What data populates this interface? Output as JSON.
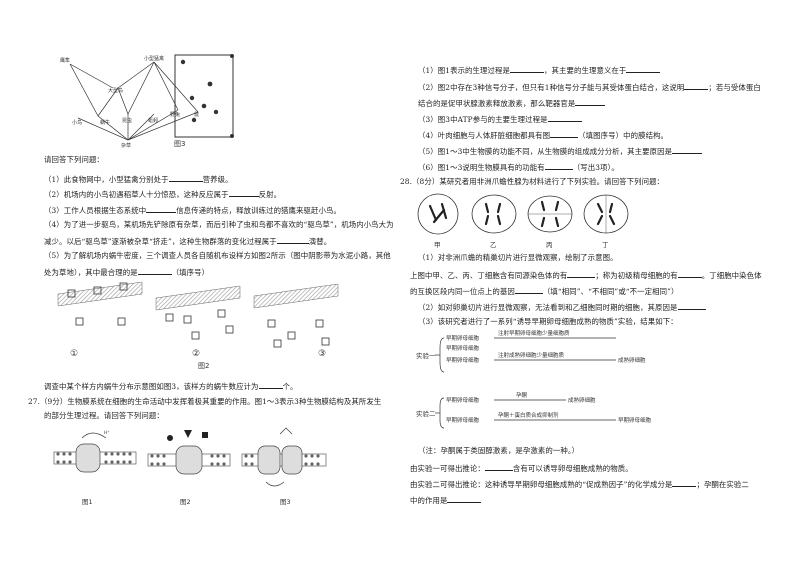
{
  "left": {
    "fig_web_caption": "",
    "fig3_caption": "图3",
    "web_nodes": [
      "鹰隼",
      "小型猛禽",
      "鼠",
      "蜗牛",
      "大型鸟",
      "蚯蚓",
      "杂草",
      "昆虫",
      "野兔",
      "小鸟"
    ],
    "intro": "请回答下列问题：",
    "q1": "（1）此食物网中，小型猛禽分别处于",
    "q1_end": "营养级。",
    "q2": "（2）机场内的小鸟初遇稻草人十分惊恐，这种反应属于",
    "q2_end": "反射。",
    "q3": "（3）工作人员根据生态系统中",
    "q3_end": "信息传递的特点，释放训练过的猎鹰来驱赶小鸟。",
    "q4_l1": "（4）为了进一步驱鸟，某机场先铲除原有杂草，而后引种了虫和鸟都不喜欢的“驱鸟草”，机场内小鸟大为",
    "q4_l2": "减少。以后“驱鸟草”逐渐被杂草“挤走”，这种生物群落的变化过程属于",
    "q4_l2_end": "演替。",
    "q5_l1": "（5）为了解机场内蜗牛密度，三个调查人员各自随机布设样方如图2所示（图中阴影带为水泥小路，其他",
    "q5_l2": "处为草地），其中最合理的是",
    "q5_l2_end": "（填序号）",
    "fig2_labels": [
      "①",
      "②",
      "③"
    ],
    "fig2_caption": "图2",
    "q5_l3": "调查中某个样方内蜗牛分布示意图如图3，该样方的蜗牛数应计为",
    "q5_l3_end": "个。",
    "q27_l1": "27.（9分）生物膜系统在细胞的生命活动中发挥着极其重要的作用。图1～3表示3种生物膜结构及其所发生",
    "q27_l2": "的部分生理过程。请回答下列问题：",
    "fig_captions": [
      "图1",
      "图2",
      "图3"
    ]
  },
  "right": {
    "r1": "（1）图1表示的生理过程是",
    "r1_end": "，其主要的生理意义在于",
    "r2_l1": "（2）图2中存在3种信号分子，但只有1种信号分子能与其受体蛋白结合，这说明",
    "r2_l1_end": "；若与受体蛋白",
    "r2_l2": "结合的是促甲状腺激素释放激素，那么靶器官是",
    "r3": "（3）图3中ATP参与的主要生理过程是",
    "r4": "（4）叶肉细胞与人体肝脏细胞都具有图",
    "r4_end": "（填图序号）中的膜结构。",
    "r5": "（5）图1～3中生物膜的功能不同，从生物膜的组成成分分析，其主要原因是",
    "r6": "（6）图1～3说明生物膜具有的功能有",
    "r6_end": "（写出3项）。",
    "q28": "28.（8分）某研究者用非洲爪蟾性腺为材料进行了下列实验。请回答下列问题：",
    "cell_labels": [
      "甲",
      "乙",
      "丙",
      "丁"
    ],
    "s1": "（1）对非洲爪蟾的精巢切片进行显微观察，绘制了示意图。",
    "s2_l1": "上图中甲、乙、丙、丁细胞含有同源染色体的有",
    "s2_l1_mid": "；称为初级精母细胞的有",
    "s2_l1_end": "。丁细胞中染色体",
    "s2_l2": "的互换区段内同一位点上的基因",
    "s2_l2_end": "（填“相同”、“不相同”或“不一定相同”）",
    "s3": "（2）如对卵巢切片进行显微观察，无法看到和乙细胞同时期的细胞，其原因是",
    "s4": "（3）该研究者进行了一系列“诱导早期卵母细胞成熟的物质”实验，结果如下：",
    "exp1_label": "实验一",
    "exp1_rows": [
      [
        "早期卵母细胞",
        "注射早期卵母细胞少量细胞质",
        "早期卵母细胞"
      ],
      [
        "早期卵母细胞",
        "注射成熟卵细胞少量细胞质",
        "成熟卵细胞"
      ]
    ],
    "exp2_label": "实验二",
    "exp2_rows": [
      [
        "早期卵母细胞",
        "孕酮",
        "成熟卵细胞"
      ],
      [
        "早期卵母细胞",
        "孕酮＋蛋白质合成抑制剂",
        "早期卵母细胞"
      ]
    ],
    "note": "（注：孕酮属于类固醇激素，是孕激素的一种。）",
    "c1": "由实验一可得出推论：",
    "c1_end": "含有可以诱导卵母细胞成熟的物质。",
    "c2_l1": "由实验二可得出推论：这种诱导早期卵母细胞成熟的“促成熟因子”的化学成分是",
    "c2_l1_end": "；孕酮在实验二",
    "c2_l2": "中的作用是"
  }
}
